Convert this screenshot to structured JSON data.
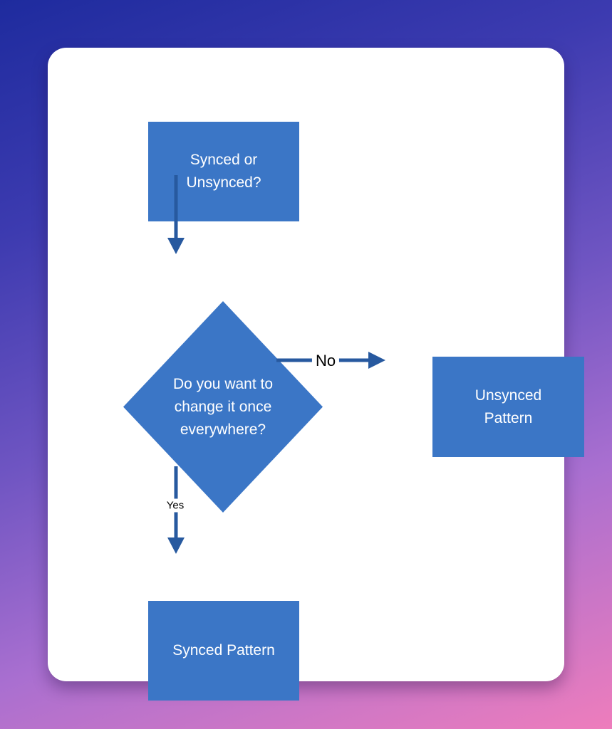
{
  "colors": {
    "bg_stops": [
      "#1e2b9e",
      "#3d3bb0",
      "#6f55c2",
      "#a96fd0",
      "#ee7dbc"
    ],
    "card_bg": "#ffffff",
    "node_fill": "#3b76c6",
    "node_text": "#ffffff",
    "arrow": "#27599f",
    "edge_label_text": "#000000"
  },
  "diagram": {
    "nodes": [
      {
        "id": "start",
        "shape": "rectangle",
        "label": "Synced or Unsynced?",
        "lines": [
          "Synced or",
          "Unsynced?"
        ]
      },
      {
        "id": "decision",
        "shape": "diamond",
        "label": "Do you want to change it once everywhere?",
        "lines": [
          "Do you want to",
          "change it once",
          "everywhere?"
        ]
      },
      {
        "id": "unsynced-pattern",
        "shape": "rectangle",
        "label": "Unsynced Pattern",
        "lines": [
          "Unsynced",
          "Pattern"
        ]
      },
      {
        "id": "synced-pattern",
        "shape": "rectangle",
        "label": "Synced Pattern",
        "lines": [
          "Synced Pattern"
        ]
      }
    ],
    "edges": [
      {
        "from": "start",
        "to": "decision",
        "label": ""
      },
      {
        "from": "decision",
        "to": "unsynced-pattern",
        "label": "No"
      },
      {
        "from": "decision",
        "to": "synced-pattern",
        "label": "Yes"
      }
    ]
  }
}
